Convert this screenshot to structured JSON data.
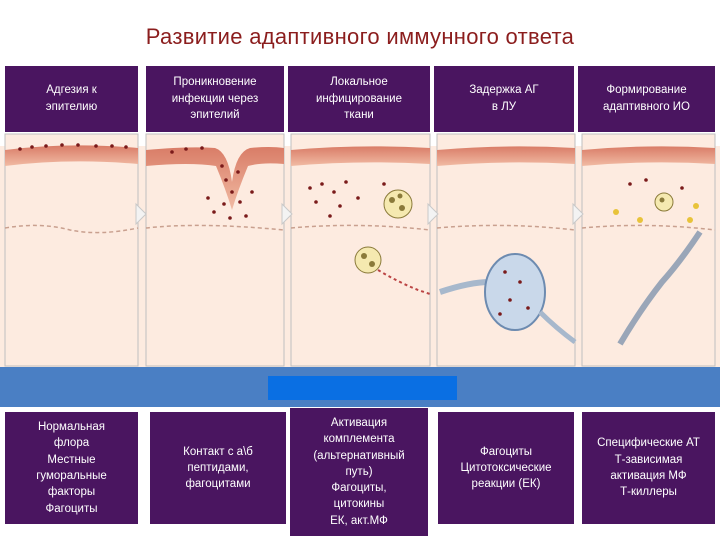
{
  "title": "Развитие адаптивного иммунного ответа",
  "stages": [
    {
      "header": [
        "Адгезия к",
        "эпителию"
      ],
      "footer": [
        "Нормальная",
        "флора",
        "Местные",
        "гуморальные",
        "факторы",
        "Фагоциты"
      ]
    },
    {
      "header": [
        "Проникновение",
        "инфекции через",
        "эпителий"
      ],
      "footer": [
        "Контакт с а\\б",
        "пептидами,",
        "фагоцитами"
      ]
    },
    {
      "header": [
        "Локальное",
        "инфицирование",
        "ткани"
      ],
      "footer": [
        "Активация",
        "комплемента",
        "(альтернативный",
        "путь)",
        "Фагоциты,",
        "цитокины",
        "ЕК, акт.МФ"
      ]
    },
    {
      "header": [
        "Задержка АГ",
        "в ЛУ"
      ],
      "footer": [
        "Фагоциты",
        "Цитотоксические",
        "реакции (ЕК)"
      ]
    },
    {
      "header": [
        "Формирование",
        "адаптивного ИО"
      ],
      "footer": [
        "Специфические АТ",
        "Т-зависимая",
        "активация МФ",
        "Т-киллеры"
      ]
    }
  ],
  "colors": {
    "header_bg": "#4a1560",
    "blue_bar": "#4a7fc4",
    "blue_box": "#0a6fe3",
    "title": "#8b1d1d",
    "tissue": "#fbe3d2",
    "epithelium": "#e6a38a"
  }
}
